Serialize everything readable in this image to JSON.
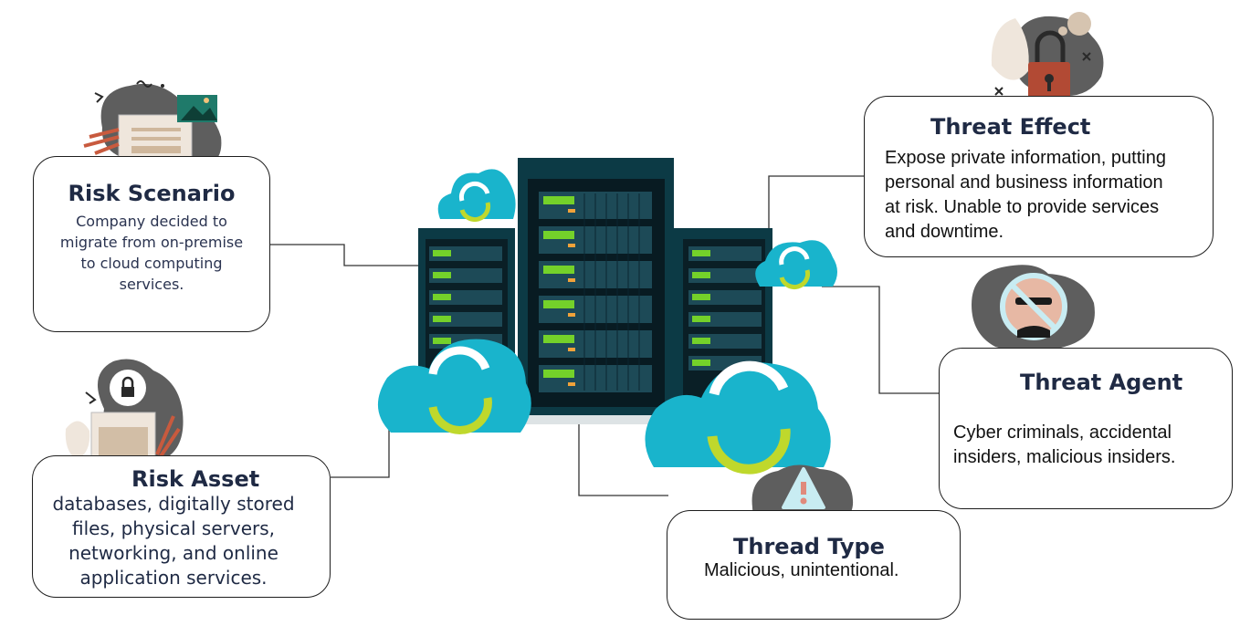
{
  "risk_scenario": {
    "title": "Risk Scenario",
    "body": "Company decided to\nmigrate from on-premise\nto cloud computing\nservices."
  },
  "risk_asset": {
    "title": "Risk Asset",
    "body": "databases, digitally stored\nfiles, physical servers,\nnetworking, and online\napplication services."
  },
  "threat_effect": {
    "title": "Threat Effect",
    "body": "Expose private information, putting\npersonal and business information\nat risk. Unable to provide services\nand downtime."
  },
  "threat_agent": {
    "title": "Threat Agent",
    "body": "Cyber criminals, accidental\ninsiders, malicious insiders."
  },
  "thread_type": {
    "title": "Thread Type",
    "body": "Malicious, unintentional."
  },
  "colors": {
    "cloud": "#19b4cc",
    "cloud_arrow": "#bfd82c",
    "server_body": "#0c3a45",
    "server_led": "#74d12a",
    "blob": "#5e5e5e",
    "lock": "#b24a34",
    "warning": "#c8ecf2"
  }
}
